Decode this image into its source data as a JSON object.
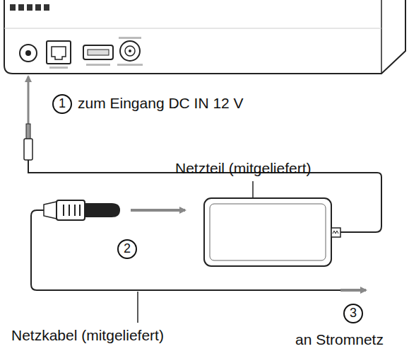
{
  "diagram": {
    "labels": [
      "1",
      "zum Eingang DC IN 12 V",
      "Netzteil (mitgeliefert)",
      "2",
      "Netzkabel (mitgeliefert)",
      "3",
      "an Stromnetz"
    ]
  }
}
